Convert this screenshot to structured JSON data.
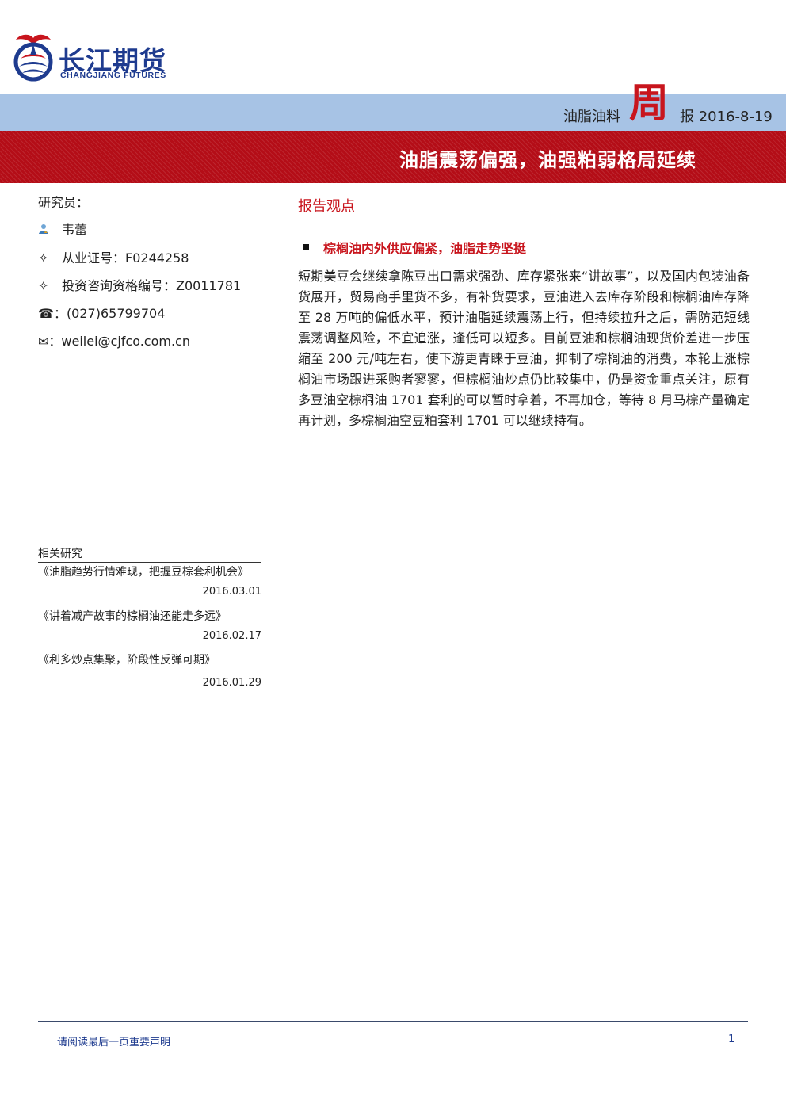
{
  "logo": {
    "cn": "长江期货",
    "en": "CHANGJIANG FUTURES"
  },
  "header": {
    "category": "油脂油料",
    "zhou": "周",
    "report_date": "报 2016-8-19",
    "title": "油脂震荡偏强，油强粕弱格局延续"
  },
  "researcher": {
    "label": "研究员：",
    "name": "韦蕾",
    "cert": "从业证号：F0244258",
    "invest": "投资咨询资格编号：Z0011781",
    "tel_icon": "☎",
    "tel": "：(027)65799704",
    "mail_icon": "✉",
    "mail": "：weilei@cjfco.com.cn",
    "diamond": "✧"
  },
  "related": {
    "heading": "相关研究",
    "items": [
      {
        "title": "《油脂趋势行情难现，把握豆棕套利机会》",
        "date": "2016.03.01"
      },
      {
        "title": "《讲着减产故事的棕榈油还能走多远》",
        "date": "2016.02.17"
      },
      {
        "title": "《利多炒点集聚，阶段性反弹可期》",
        "date": "2016.01.29"
      }
    ]
  },
  "report": {
    "section_title": "报告观点",
    "bullet_title": "棕榈油内外供应偏紧，油脂走势坚挺",
    "body": "短期美豆会继续拿陈豆出口需求强劲、库存紧张来“讲故事”，以及国内包装油备货展开，贸易商手里货不多，有补货要求，豆油进入去库存阶段和棕榈油库存降至 28 万吨的偏低水平，预计油脂延续震荡上行，但持续拉升之后，需防范短线震荡调整风险，不宜追涨，逢低可以短多。目前豆油和棕榈油现货价差进一步压缩至 200 元/吨左右，使下游更青睐于豆油，抑制了棕榈油的消费，本轮上涨棕榈油市场跟进采购者寥寥，但棕榈油炒点仍比较集中，仍是资金重点关注，原有多豆油空棕榈油 1701 套利的可以暂时拿着，不再加仓，等待 8 月马棕产量确定再计划，多棕榈油空豆粕套利 1701 可以继续持有。"
  },
  "footer": {
    "note": "请阅读最后一页重要声明",
    "page": "1"
  },
  "colors": {
    "brand_blue": "#1e3b8f",
    "band_blue": "#a7c3e5",
    "band_red": "#b40d17",
    "accent_red": "#c8151d"
  }
}
